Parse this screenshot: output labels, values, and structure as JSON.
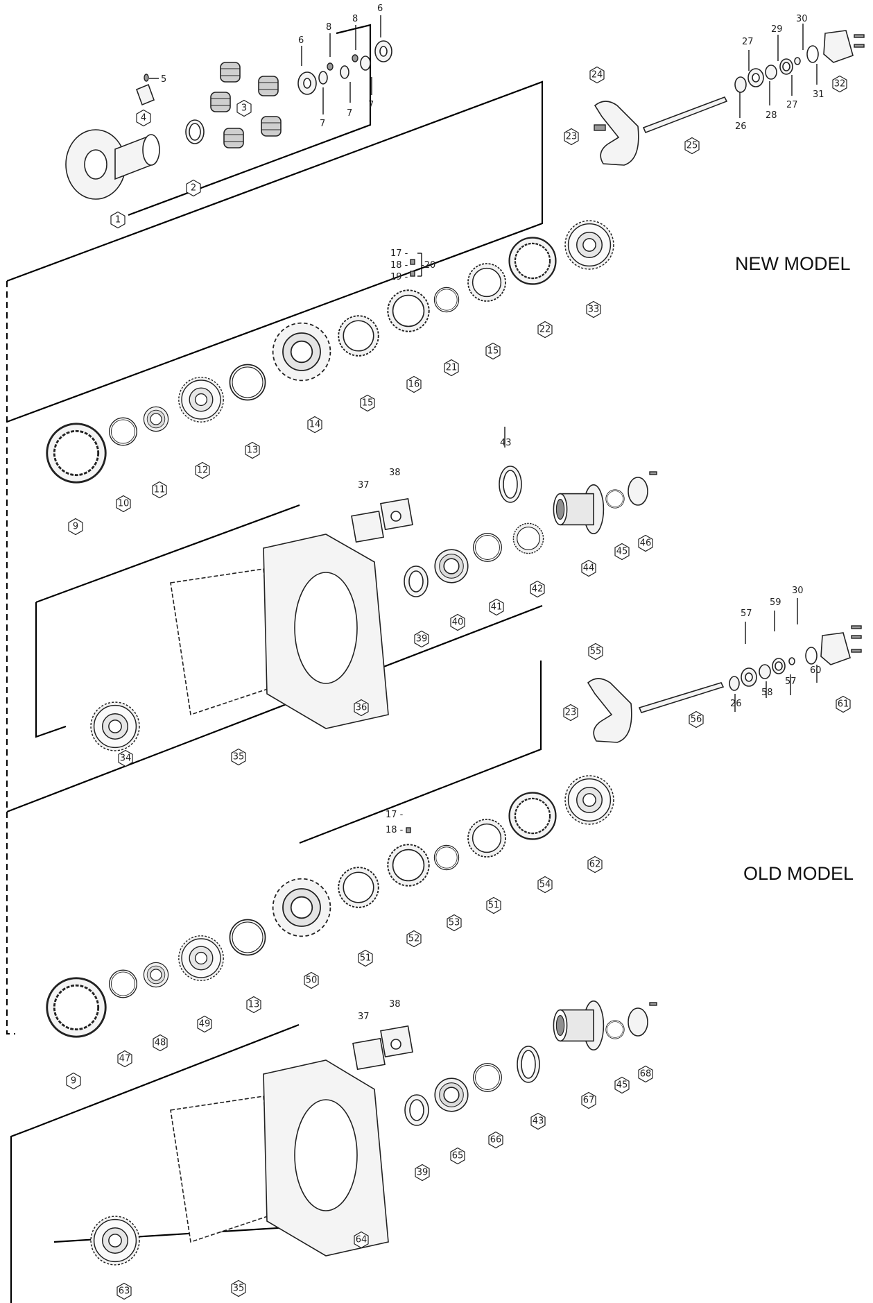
{
  "models": {
    "new_label": "NEW MODEL",
    "old_label": "OLD MODEL"
  },
  "callouts": {
    "n1": "1",
    "n2": "2",
    "n3": "3",
    "n4": "4",
    "n9a": "9",
    "n9b": "9",
    "n10": "10",
    "n11": "11",
    "n12": "12",
    "n13a": "13",
    "n13b": "13",
    "n14": "14",
    "n15a": "15",
    "n15b": "15",
    "n16": "16",
    "n21": "21",
    "n22": "22",
    "n23a": "23",
    "n23b": "23",
    "n24": "24",
    "n25": "25",
    "n32": "32",
    "n33": "33",
    "n34": "34",
    "n35a": "35",
    "n35b": "35",
    "n36": "36",
    "n39a": "39",
    "n39b": "39",
    "n40": "40",
    "n41": "41",
    "n42": "42",
    "n43b": "43",
    "n44": "44",
    "n45a": "45",
    "n45b": "45",
    "n46": "46",
    "n47": "47",
    "n48": "48",
    "n49": "49",
    "n50": "50",
    "n51a": "51",
    "n51b": "51",
    "n52": "52",
    "n53": "53",
    "n54": "54",
    "n55": "55",
    "n56": "56",
    "n61": "61",
    "n62": "62",
    "n63": "63",
    "n64": "64",
    "n65": "65",
    "n66": "66",
    "n67": "67",
    "n68": "68"
  },
  "plain_labels": {
    "p5": "5",
    "p6a": "6",
    "p6b": "6",
    "p7a": "7",
    "p7b": "7",
    "p7c": "7",
    "p8a": "8",
    "p8b": "8",
    "p17a": "17 -",
    "p18a": "18 -",
    "p19a": "19 -",
    "p20": "-20",
    "p17b": "17 -",
    "p18b": "18 -",
    "p26a": "26",
    "p26b": "26",
    "p27a": "27",
    "p27b": "27",
    "p28": "28",
    "p29": "29",
    "p30a": "30",
    "p30b": "30",
    "p31": "31",
    "p37a": "37",
    "p37b": "37",
    "p38a": "38",
    "p38b": "38",
    "p43a": "43",
    "p57a": "57",
    "p57b": "57",
    "p58": "58",
    "p59": "59",
    "p60": "60"
  }
}
